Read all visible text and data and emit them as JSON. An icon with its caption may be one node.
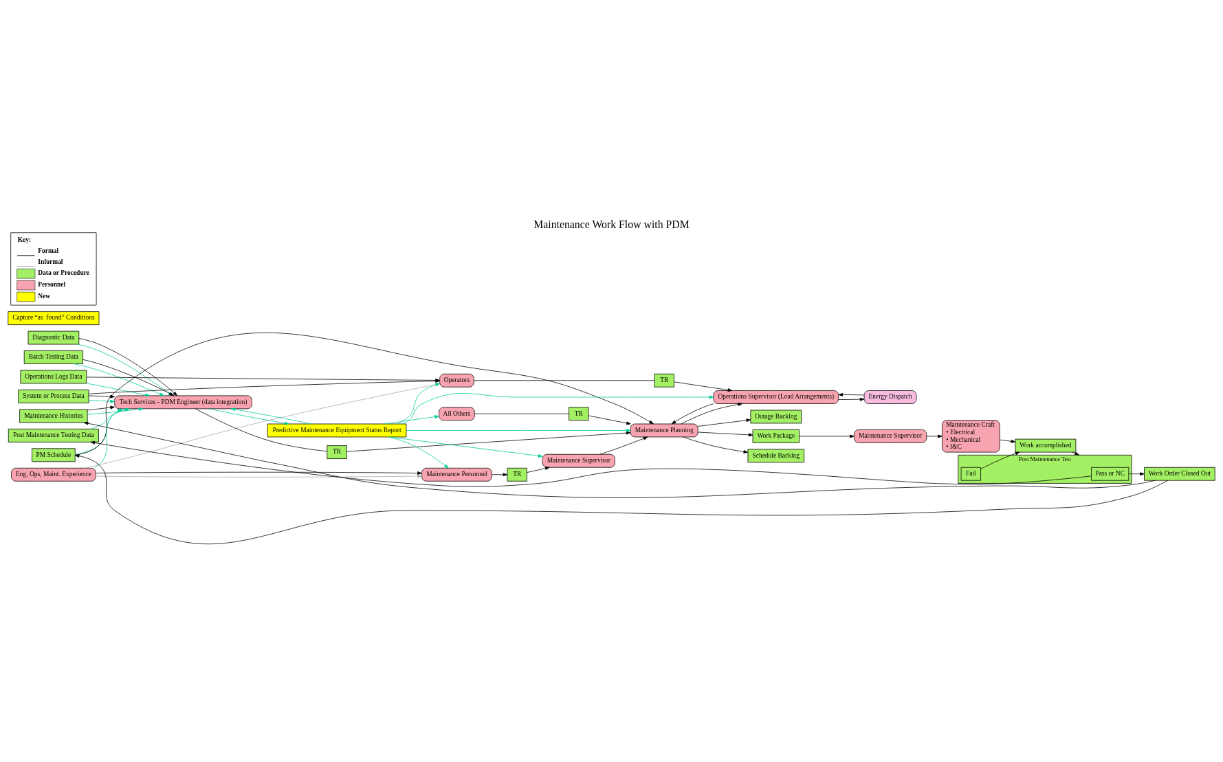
{
  "diagram": {
    "title": "Maintenance Work Flow with PDM",
    "nodes": [
      {
        "text": [
          "Diagnostic Data"
        ]
      },
      {
        "text": [
          "Batch Testing Data"
        ]
      },
      {
        "text": [
          "Operations Logs Data"
        ]
      },
      {
        "text": [
          "System or Process Data"
        ]
      },
      {
        "text": [
          "Maintenance Histories"
        ]
      },
      {
        "text": [
          "Post Maintenance Testing Data"
        ]
      },
      {
        "text": [
          "PM Schedule"
        ]
      },
      {
        "text": [
          "Eng, Ops, Maint. Experience"
        ]
      },
      {
        "text": [
          "All Others"
        ]
      },
      {
        "text": [
          "Tech Services - PDM Engineer (data integration)"
        ]
      },
      {
        "text": [
          "TR"
        ]
      },
      {
        "text": [
          "TR"
        ]
      },
      {
        "text": [
          "Maintenance Planning"
        ]
      },
      {
        "text": [
          "Schedule Backlog"
        ]
      },
      {
        "text": [
          "Outage Backlog"
        ]
      },
      {
        "text": [
          "Predictive Maintenance Equipment Status Report"
        ]
      },
      {
        "text": [
          "Operations Supervisor (Load Arrangements)"
        ]
      },
      {
        "text": [
          "Operators"
        ]
      },
      {
        "text": [
          "TR"
        ]
      },
      {
        "text": [
          "Maintenance Personnel"
        ]
      },
      {
        "text": [
          "Maintenance Supervisor"
        ]
      },
      {
        "text": [
          "Work Package"
        ]
      },
      {
        "text": [
          "Energy Dispatch"
        ]
      },
      {
        "text": [
          "TR"
        ]
      },
      {
        "text": [
          "Maintenance Supervisor"
        ]
      },
      {
        "text": [
          "Maintenance Craft",
          "• Electrical",
          "• Mechanical",
          "• I&C"
        ]
      },
      {
        "text": [
          "Work accomplished"
        ]
      },
      {
        "text": [
          "Post Maintenance Test"
        ]
      },
      {
        "text": [
          "Pass or NC"
        ],
        "in": 27
      },
      {
        "text": [
          "Fail"
        ],
        "in": 27
      },
      {
        "text": [
          "Work Order Closed Out"
        ]
      },
      {
        "text": [
          "Capture “as  found” Conditions"
        ]
      }
    ],
    "edges": [
      {
        "from": 0,
        "to": 9,
        "arrow": "to",
        "color": "#00cc99"
      },
      {
        "from": 1,
        "to": 9,
        "arrow": "to",
        "color": "#00cc99"
      },
      {
        "from": 2,
        "to": 9,
        "arrow": "to",
        "color": "#00cc99"
      },
      {
        "from": 3,
        "to": 9,
        "arrow": "to",
        "color": "#00cc99"
      },
      {
        "from": 4,
        "to": 9,
        "arrow": "to",
        "color": "#00cc99"
      },
      {
        "from": 5,
        "to": 9,
        "arrow": "to",
        "color": "#00cc99"
      },
      {
        "from": 6,
        "to": 9,
        "arrow": "to",
        "color": "#00cc99"
      },
      {
        "from": 7,
        "to": 9,
        "arrow": "to",
        "color": "#00cc99"
      },
      {
        "from": 0,
        "to": 9,
        "arrow": "to"
      },
      {
        "from": 1,
        "to": 9,
        "arrow": "to"
      },
      {
        "from": 3,
        "to": 9,
        "arrow": "to"
      },
      {
        "from": 4,
        "to": 9,
        "arrow": "to"
      },
      {
        "from": 2,
        "to": 17,
        "arrow": "to"
      },
      {
        "from": 3,
        "to": 17,
        "arrow": "to"
      },
      {
        "from": 7,
        "to": 17,
        "arrow": "to",
        "color": "#aaaaaa"
      },
      {
        "from": 7,
        "to": 19,
        "arrow": "to",
        "color": "#aaaaaa"
      },
      {
        "from": 7,
        "to": 19,
        "arrow": "to"
      },
      {
        "from": 6,
        "to": 12,
        "arrow": "to"
      },
      {
        "from": 15,
        "to": 8,
        "arrow": "to",
        "color": "#00cc99"
      },
      {
        "from": 9,
        "to": 15,
        "arrow": "to",
        "color": "#00cc99"
      },
      {
        "from": 15,
        "to": 9,
        "arrow": "to",
        "color": "#00cc99"
      },
      {
        "from": 15,
        "to": 12,
        "arrow": "to",
        "color": "#00cc99"
      },
      {
        "from": 15,
        "to": 16,
        "arrow": "to",
        "color": "#00cc99"
      },
      {
        "from": 15,
        "to": 20,
        "arrow": "to",
        "color": "#00cc99"
      },
      {
        "from": 15,
        "to": 17,
        "arrow": "to",
        "color": "#00cc99"
      },
      {
        "from": 15,
        "to": 19,
        "arrow": "to",
        "color": "#00cc99"
      },
      {
        "from": 8,
        "to": 10,
        "arrow": "none"
      },
      {
        "from": 10,
        "to": 12,
        "arrow": "to"
      },
      {
        "from": 9,
        "to": 11,
        "arrow": "none"
      },
      {
        "from": 11,
        "to": 12,
        "arrow": "to"
      },
      {
        "from": 12,
        "to": 13,
        "arrow": "to"
      },
      {
        "from": 12,
        "to": 14,
        "arrow": "to"
      },
      {
        "from": 12,
        "to": 16,
        "arrow": "to"
      },
      {
        "from": 16,
        "to": 12,
        "arrow": "to"
      },
      {
        "from": 12,
        "to": 21,
        "arrow": "to"
      },
      {
        "from": 17,
        "to": 18,
        "arrow": "none"
      },
      {
        "from": 18,
        "to": 16,
        "arrow": "to"
      },
      {
        "from": 19,
        "to": 23,
        "arrow": "to"
      },
      {
        "from": 23,
        "to": 20,
        "arrow": "to"
      },
      {
        "from": 20,
        "to": 12,
        "arrow": "to"
      },
      {
        "from": 16,
        "to": 22,
        "arrow": "to"
      },
      {
        "from": 22,
        "to": 16,
        "arrow": "to"
      },
      {
        "from": 21,
        "to": 24,
        "arrow": "to"
      },
      {
        "from": 24,
        "to": 25,
        "arrow": "to"
      },
      {
        "from": 25,
        "to": 26,
        "arrow": "to"
      },
      {
        "from": 29,
        "to": 26,
        "arrow": "to"
      },
      {
        "from": 26,
        "to": 27,
        "arrow": "to"
      },
      {
        "from": 28,
        "to": 5,
        "arrow": "to"
      },
      {
        "from": 28,
        "to": 30,
        "arrow": "to"
      },
      {
        "from": 30,
        "to": 4,
        "arrow": "to"
      },
      {
        "from": 30,
        "to": 6,
        "arrow": "to"
      }
    ],
    "labels": [
      "Key:"
    ],
    "legend": [
      {
        "text": "Formal"
      },
      {
        "text": "Informal"
      },
      {
        "text": "Data or Procedure",
        "color": "#a4f064"
      },
      {
        "text": "Personnel",
        "color": "#f8a4b0"
      },
      {
        "text": "New",
        "color": "#ffff00"
      }
    ]
  }
}
